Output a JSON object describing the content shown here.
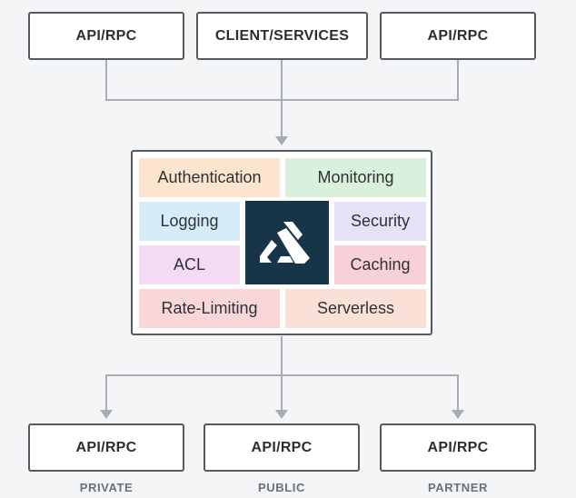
{
  "top": {
    "left_label": "API/RPC",
    "center_label": "CLIENT/SERVICES",
    "right_label": "API/RPC"
  },
  "gateway": {
    "plugins": {
      "authentication": "Authentication",
      "monitoring": "Monitoring",
      "logging": "Logging",
      "security": "Security",
      "acl": "ACL",
      "caching": "Caching",
      "rate_limiting": "Rate-Limiting",
      "serverless": "Serverless"
    },
    "colors": {
      "authentication": "#fce4cf",
      "monitoring": "#d9f1dc",
      "logging": "#d6ecf8",
      "security": "#e4e2f6",
      "acl": "#f4dbf3",
      "caching": "#f7d0d8",
      "rate_limiting": "#f9d7d8",
      "serverless": "#fbe0d8",
      "logo_bg": "#163549"
    },
    "logo_icon": "kong-logo-icon"
  },
  "bottom": {
    "private": {
      "label": "API/RPC",
      "caption": "PRIVATE"
    },
    "public": {
      "label": "API/RPC",
      "caption": "PUBLIC"
    },
    "partner": {
      "label": "API/RPC",
      "caption": "PARTNER"
    }
  }
}
